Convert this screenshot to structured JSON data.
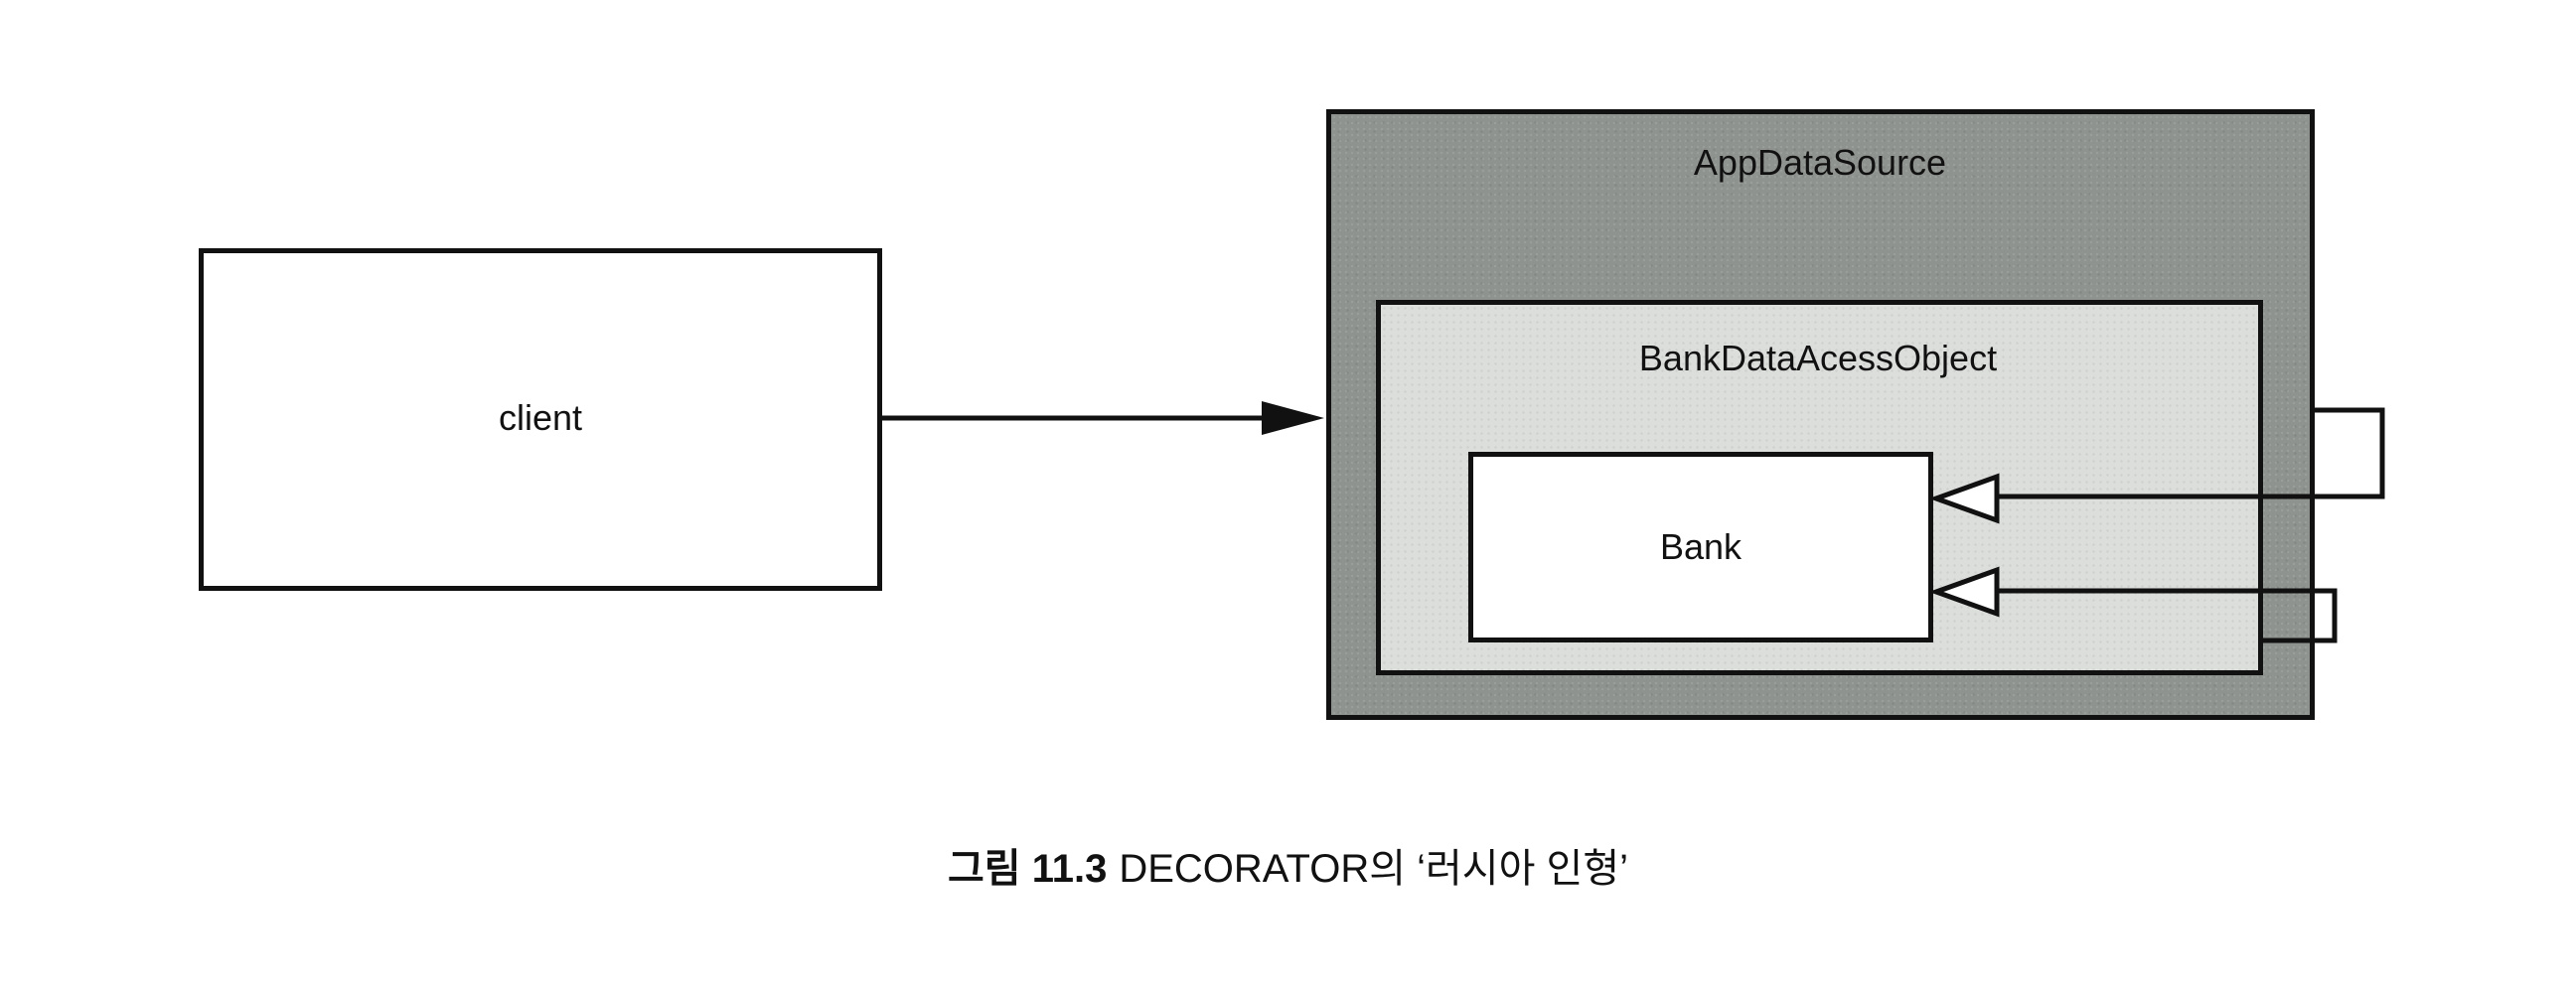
{
  "diagram": {
    "client": {
      "label": "client"
    },
    "app_data_source": {
      "label": "AppDataSource"
    },
    "bank_data_access_object": {
      "label": "BankDataAcessObject"
    },
    "bank": {
      "label": "Bank"
    },
    "caption": {
      "figure_number": "그림 11.3",
      "text": "DECORATOR의 ‘러시아 인형’"
    },
    "colors": {
      "line": "#111111",
      "outer_fill": "#8f938f",
      "middle_fill": "#dcdedc",
      "inner_fill": "#ffffff"
    }
  }
}
